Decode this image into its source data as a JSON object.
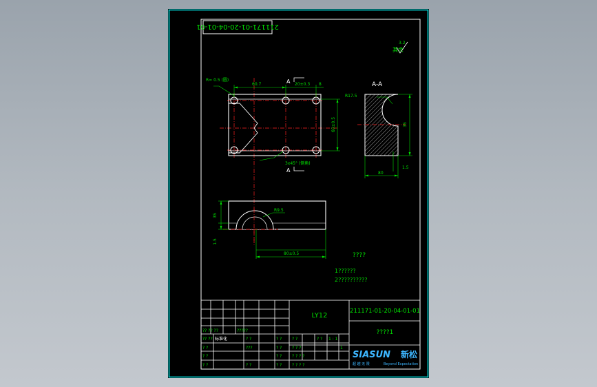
{
  "drawing": {
    "number_rotated": "211171-01-20-04-01-01",
    "roughness_label": "其余",
    "roughness_value": "3.2",
    "weld_note": "R= 0.5 (圆)",
    "dim_top_left": "60.7",
    "dim_top_mid": "20±0.3",
    "dim_top_right": "8",
    "dim_right_vertical": "60±0.5",
    "dim_right_short": "8",
    "dim_chamfer_note": "3x45° (倒角)",
    "dim_section_radius": "R17.5",
    "dim_section_height": "35",
    "dim_section_width": "80",
    "dim_section_small": "1.5",
    "dim_front_radius": "R9.5",
    "dim_front_height": "35",
    "dim_front_small": "1.5",
    "dim_front_width": "80±0.5",
    "section_marker_top": "A",
    "section_marker_bottom": "A",
    "section_title": "A-A",
    "tech_req_title": "????",
    "tech_req_1": "1??????",
    "tech_req_2": "2??????????"
  },
  "title_block": {
    "material": "LY12",
    "drawing_number": "211171-01-20-04-01-01",
    "part_name": "????1",
    "row_label_modify": "?? ?? ??",
    "row_code": "?????",
    "designer_label": "?? ??",
    "standardize_label": "标准化",
    "cell_a": "? ?",
    "cell_b": "???",
    "cell_c": "? ?",
    "cell_d": "? ?",
    "cell_e": "? ? ? ?",
    "cell_f": "? ?",
    "cell_g": "? ?",
    "cell_h": "1 : 1",
    "cell_i": "? ? ?",
    "cell_j": "1",
    "cell_k": "? ? ? ?",
    "cell_l": "? ?",
    "cell_m": "? ?",
    "cell_n": "? ?",
    "cell_o": "? ?",
    "cell_p": "? ?",
    "cell_q": "? ?"
  },
  "logo": {
    "brand": "SIASUN",
    "brand_cn": "新松",
    "slogan_cn": "超 越 无 限",
    "slogan_en": "Beyond Expectation"
  },
  "colors": {
    "background": "#000000",
    "border": "#00d2d2",
    "outline": "#ffffff",
    "center": "#ff2020",
    "dimension": "#00e000",
    "text": "#00e000",
    "logo": "#3db6ff",
    "ui_background": "#aab1b8"
  }
}
